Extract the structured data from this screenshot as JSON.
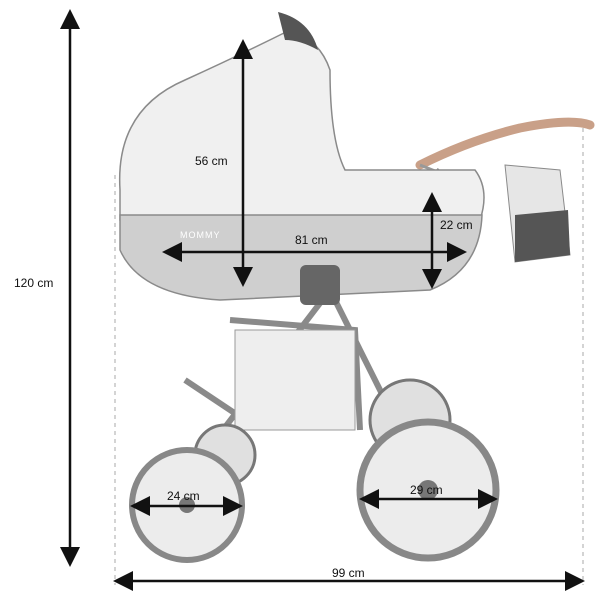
{
  "product": {
    "brand_logo": "MOMMY"
  },
  "dimensions": {
    "total_height": "120 cm",
    "total_length": "99 cm",
    "carrycot_height": "56 cm",
    "carrycot_length": "81 cm",
    "carrycot_depth": "22 cm",
    "front_wheel_diameter": "24 cm",
    "rear_wheel_diameter": "29 cm"
  },
  "colors": {
    "arrow": "#111111",
    "stroller_light": "#eeeeee",
    "stroller_mid": "#cfcfcf",
    "stroller_outline": "#8a8a8a",
    "handle_accent": "#c9a088"
  }
}
